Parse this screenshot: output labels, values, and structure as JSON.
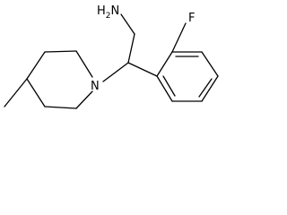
{
  "molecule": {
    "atoms": {
      "amine": {
        "element": "H",
        "count": "2",
        "suffix": "N"
      },
      "fluorine": {
        "element": "F"
      },
      "ring_nitrogen": {
        "element": "N"
      }
    },
    "colors": {
      "bond": "#000000",
      "label": "#000000",
      "background": "#ffffff"
    }
  }
}
